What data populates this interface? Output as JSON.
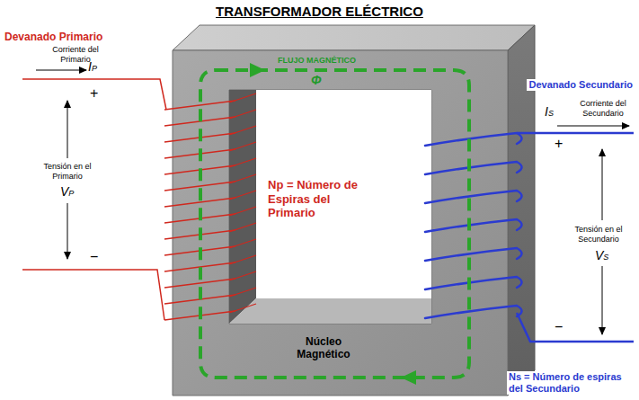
{
  "diagram": {
    "title": "TRANSFORMADOR ELÉCTRICO",
    "labels": [
      "Devanado Primario",
      "Corriente del Primario",
      "IP",
      "+",
      "Tensión en el Primario",
      "VP",
      "−",
      "FLUJO MAGNÉTICO",
      "Φ",
      "Np = Número de Espiras del Primario",
      "Núcleo Magnético",
      "Devanado Secundario",
      "Corriente del Secundario",
      "IS",
      "+",
      "Tensión en el Secundario",
      "VS",
      "−",
      "Ns = Número de espiras del Secundario"
    ]
  }
}
